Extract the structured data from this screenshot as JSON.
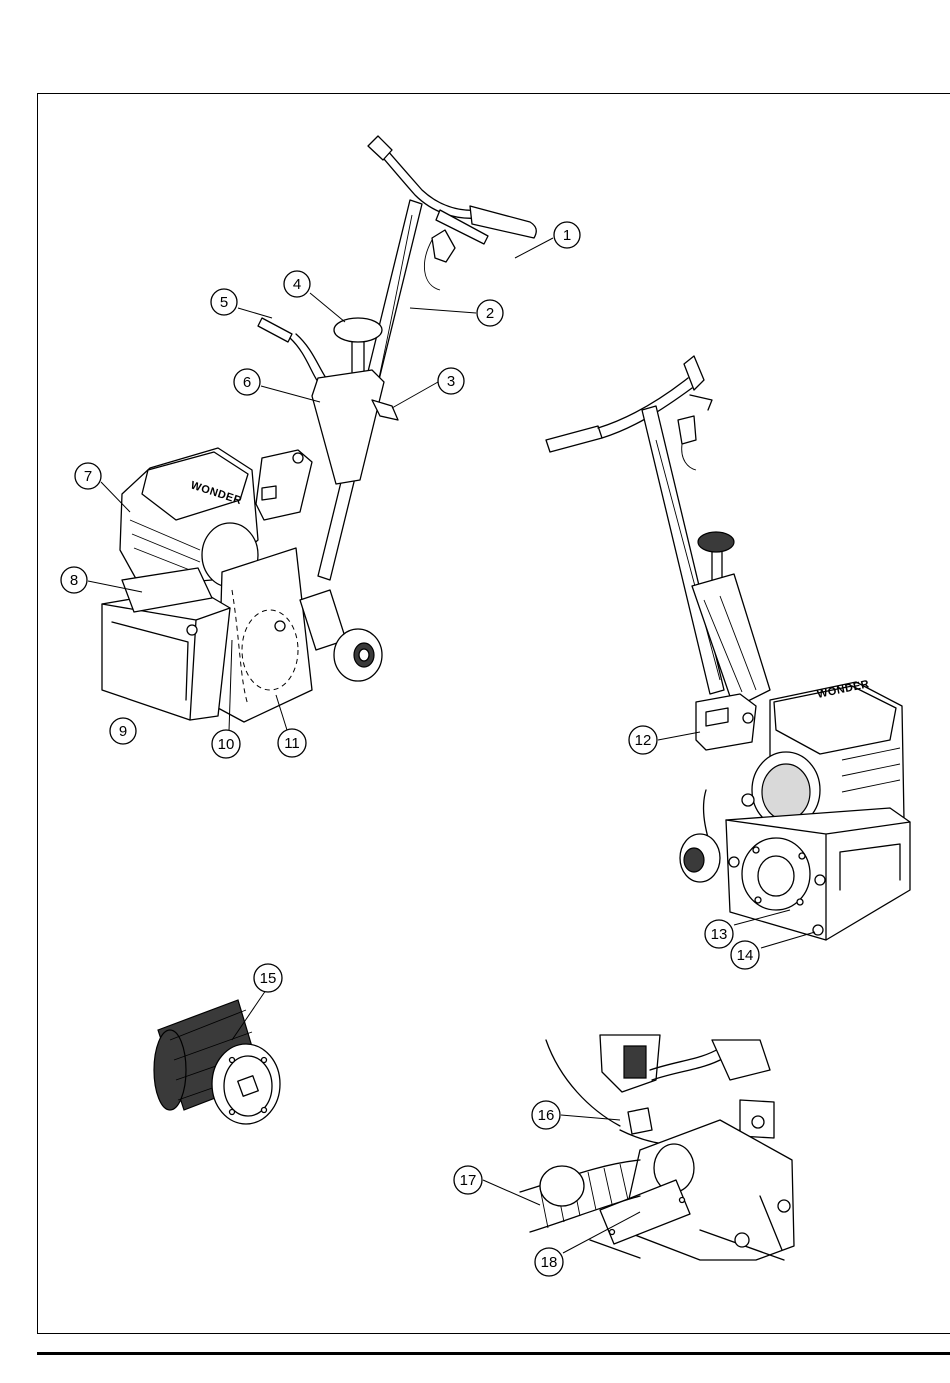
{
  "brand_label": "WONDER",
  "callouts": [
    {
      "n": "1"
    },
    {
      "n": "2"
    },
    {
      "n": "3"
    },
    {
      "n": "4"
    },
    {
      "n": "5"
    },
    {
      "n": "6"
    },
    {
      "n": "7"
    },
    {
      "n": "8"
    },
    {
      "n": "9"
    },
    {
      "n": "10"
    },
    {
      "n": "11"
    },
    {
      "n": "12"
    },
    {
      "n": "13"
    },
    {
      "n": "14"
    },
    {
      "n": "15"
    },
    {
      "n": "16"
    },
    {
      "n": "17"
    },
    {
      "n": "18"
    }
  ]
}
